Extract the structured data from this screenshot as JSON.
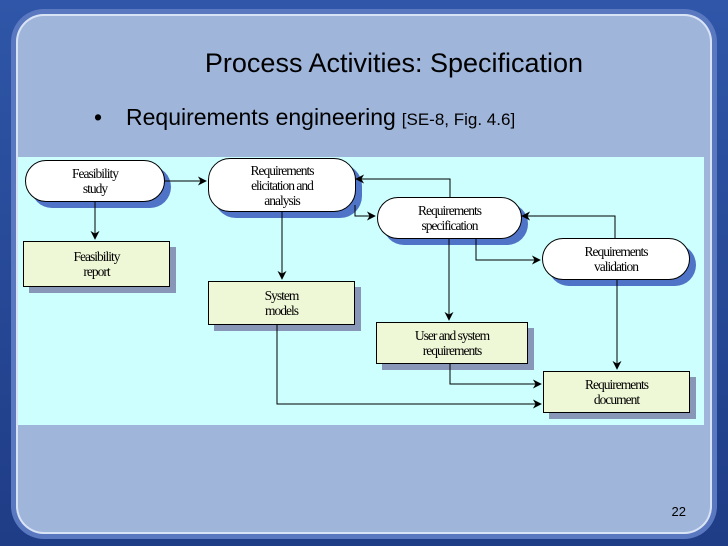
{
  "slide": {
    "title": "Process Activities: Specification",
    "bullet_text": "Requirements engineering",
    "bullet_ref": "[SE-8, Fig. 4.6]",
    "page_number": "22",
    "colors": {
      "background": "#9fb5da",
      "diagram_bg": "#ccfffe",
      "rounded_shadow": "#4f73c6",
      "rect_fill": "#eef7d6"
    }
  },
  "diagram": {
    "nodes": {
      "feasibility_study": {
        "line1": "Feasibility",
        "line2": "study"
      },
      "requirements_elicitation": {
        "line1": "Requirements",
        "line2": "elicitation and",
        "line3": "analysis"
      },
      "requirements_specification": {
        "line1": "Requirements",
        "line2": "specification"
      },
      "requirements_validation": {
        "line1": "Requirements",
        "line2": "validation"
      },
      "feasibility_report": {
        "line1": "Feasibility",
        "line2": "report"
      },
      "system_models": {
        "line1": "System",
        "line2": "models"
      },
      "user_system_requirements": {
        "line1": "User and system",
        "line2": "requirements"
      },
      "requirements_document": {
        "line1": "Requirements",
        "line2": "document"
      }
    }
  }
}
